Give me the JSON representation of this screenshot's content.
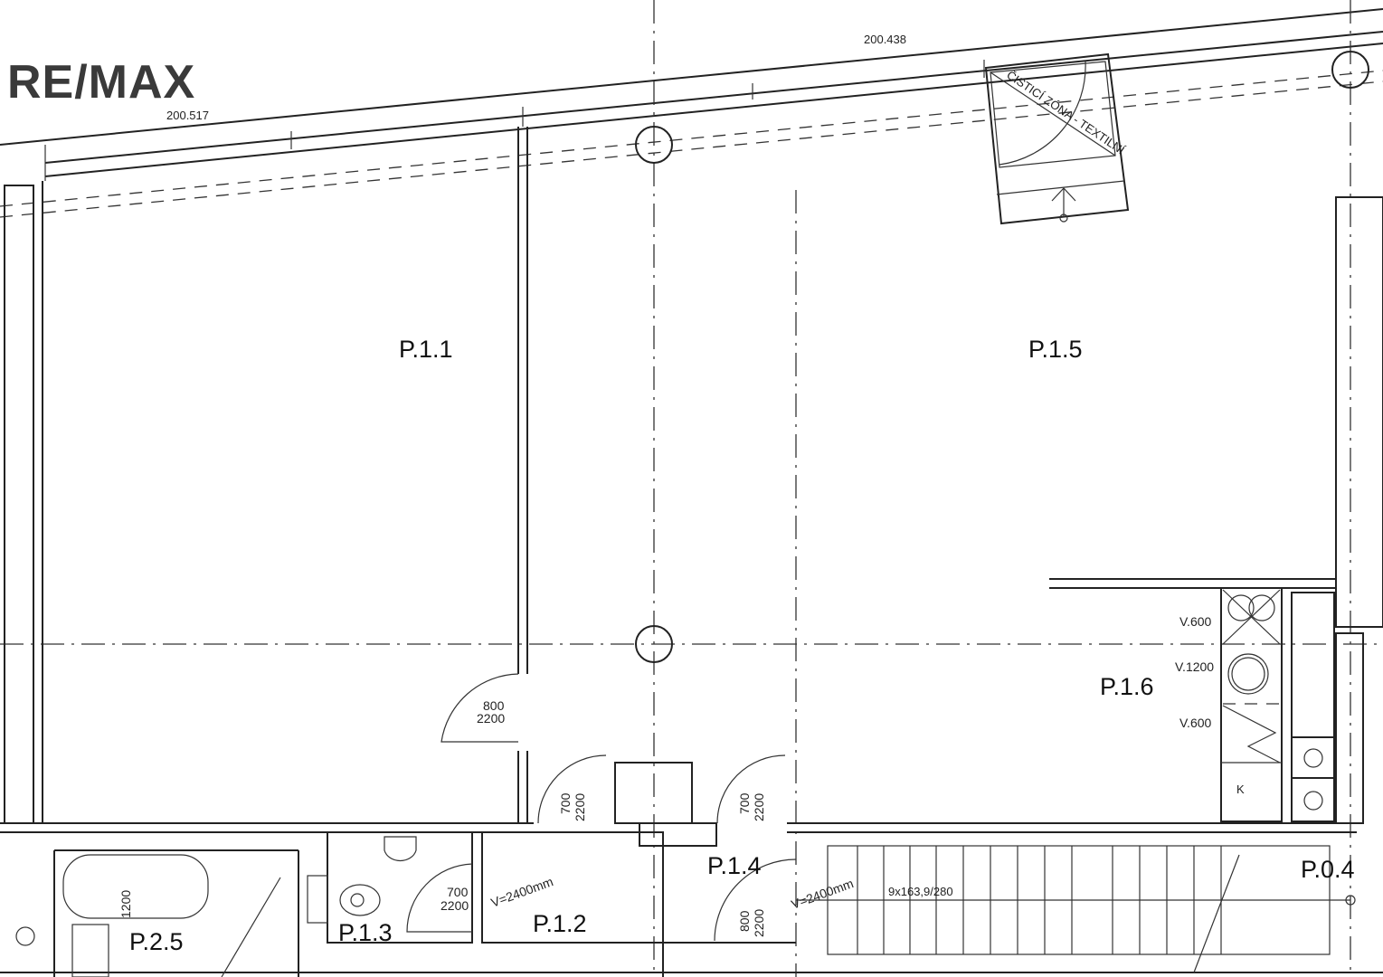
{
  "logo": {
    "text": "RE/MAX"
  },
  "levels": {
    "left": "200.517",
    "right": "200.438"
  },
  "rooms": {
    "p11": "P.1.1",
    "p15": "P.1.5",
    "p16": "P.1.6",
    "p12": "P.1.2",
    "p13": "P.1.3",
    "p14": "P.1.4",
    "p25": "P.2.5",
    "p04": "P.0.4"
  },
  "doors": {
    "d1_w": "800",
    "d1_h": "2200",
    "d2_w": "700",
    "d2_h": "2200",
    "d3_w": "700",
    "d3_h": "2200",
    "d4_w": "700",
    "d4_h": "2200",
    "d5_w": "800",
    "d5_h": "2200"
  },
  "heights": {
    "h1": "V=2400mm",
    "h2": "V=2400mm"
  },
  "stairs": {
    "label": "9x163,9/280"
  },
  "kitchen": {
    "v1": "V.600",
    "v2": "V.1200",
    "v3": "V.600",
    "k": "K"
  },
  "bath": {
    "dim": "1200"
  },
  "entrance": {
    "zone": "ČISTICÍ ZÓNA - TEXTILNÍ"
  }
}
